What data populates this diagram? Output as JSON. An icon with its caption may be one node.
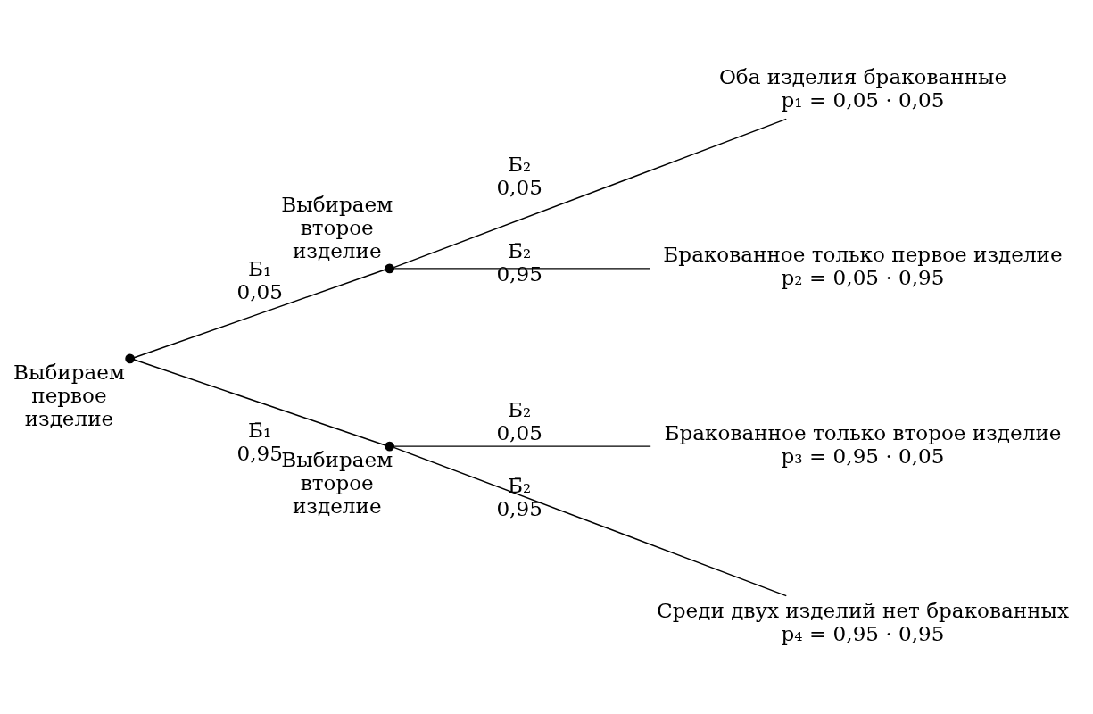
{
  "diagram": {
    "nodes": [
      {
        "text": [],
        "shape": "circle",
        "beside": [
          "Выбираем первое изделие"
        ]
      },
      {
        "text": [],
        "shape": "circle",
        "beside": [
          "Выбираем второе изделие"
        ]
      },
      {
        "text": [],
        "shape": "circle",
        "beside": [
          "Выбираем второе изделие"
        ]
      },
      {
        "text": [
          "Оба изделия бракованные",
          "p₁ = 0,05 · 0,05"
        ]
      },
      {
        "text": [
          "Бракованное только первое изделие",
          "p₂ = 0,05 · 0,95"
        ]
      },
      {
        "text": [
          "Бракованное только второе изделие",
          "p₃ = 0,95 · 0,05"
        ]
      },
      {
        "text": [
          "Среди двух изделий нет бракованных",
          "p₄ = 0,95 · 0,95"
        ]
      }
    ],
    "edges": [
      {
        "from": 0,
        "to": 1,
        "arrow": "none",
        "label": "Б₁ 0,05"
      },
      {
        "from": 0,
        "to": 2,
        "arrow": "none",
        "label": "Б̄₁ 0,95"
      },
      {
        "from": 1,
        "to": 3,
        "arrow": "none",
        "label": "Б₂ 0,05"
      },
      {
        "from": 1,
        "to": 4,
        "arrow": "none",
        "label": "Б̄₂ 0,95"
      },
      {
        "from": 2,
        "to": 5,
        "arrow": "none",
        "label": "Б₂ 0,05"
      },
      {
        "from": 2,
        "to": 6,
        "arrow": "none",
        "label": "Б̄₂ 0,95"
      }
    ]
  }
}
